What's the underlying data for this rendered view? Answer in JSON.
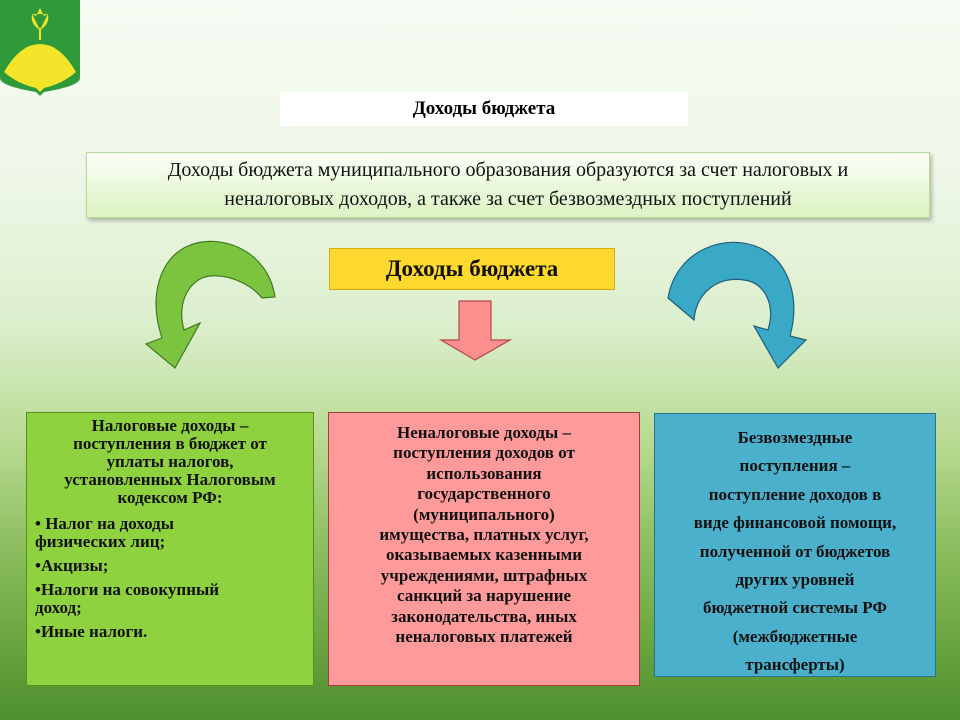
{
  "colors": {
    "emblem_green": "#2e9a3c",
    "emblem_yellow": "#f2e52a",
    "center_box": "#ffd92e",
    "card_green": "#8fd23f",
    "card_red": "#ff9a9a",
    "card_blue": "#4bb0cc",
    "arrow_green": "#7cc440",
    "arrow_pink": "#ff8f8f",
    "arrow_blue": "#3aa9c6"
  },
  "header": {
    "title": "Доходы бюджета"
  },
  "intro": {
    "line1": "Доходы бюджета муниципального образования образуются за счет налоговых и",
    "line2": "неналоговых доходов, а также за счет безвозмездных поступлений"
  },
  "center": {
    "label": "Доходы  бюджета"
  },
  "tax_card": {
    "heading_lines": [
      "Налоговые доходы –",
      "поступления  в бюджет от",
      "уплаты  налогов,",
      "установленных  Налоговым",
      "кодексом РФ:"
    ],
    "items": [
      [
        "• Налог на доходы",
        "физических лиц;"
      ],
      [
        "•Акцизы;"
      ],
      [
        "•Налоги на совокупный",
        "доход;"
      ],
      [
        "•Иные налоги."
      ]
    ]
  },
  "nontax_card": {
    "lines": [
      "Неналоговые доходы –",
      "поступления  доходов от",
      "использования",
      "государственного",
      "(муниципального)",
      "имущества,  платных  услуг,",
      "оказываемых казенными",
      "учреждениями,  штрафных",
      "санкций за нарушение",
      "законодательства,  иных",
      "неналоговых платежей"
    ]
  },
  "gratuitous_card": {
    "lines": [
      "Безвозмездные",
      "поступления  –",
      "поступление доходов в",
      "виде финансовой помощи,",
      "полученной от бюджетов",
      "других уровней",
      "бюджетной системы РФ",
      "(межбюджетные",
      "трансферты)"
    ]
  }
}
